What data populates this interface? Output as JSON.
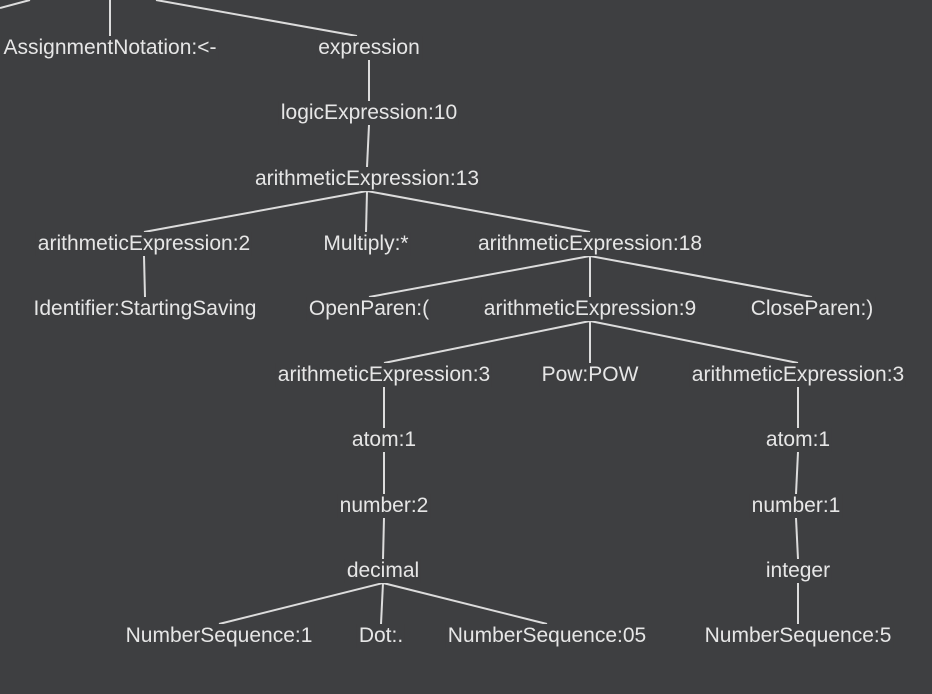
{
  "theme": {
    "background": "#3e3f41",
    "text": "#e6e6e6",
    "edge": "#dcdcdc"
  },
  "tree": {
    "nodes": [
      {
        "id": "assign",
        "label": "AssignmentNotation:<-"
      },
      {
        "id": "expr",
        "label": "expression"
      },
      {
        "id": "logic",
        "label": "logicExpression:10"
      },
      {
        "id": "arith13",
        "label": "arithmeticExpression:13"
      },
      {
        "id": "arith2",
        "label": "arithmeticExpression:2"
      },
      {
        "id": "mult",
        "label": "Multiply:*"
      },
      {
        "id": "arith18",
        "label": "arithmeticExpression:18"
      },
      {
        "id": "ident",
        "label": "Identifier:StartingSaving"
      },
      {
        "id": "open",
        "label": "OpenParen:("
      },
      {
        "id": "arith9",
        "label": "arithmeticExpression:9"
      },
      {
        "id": "close",
        "label": "CloseParen:)"
      },
      {
        "id": "arith3a",
        "label": "arithmeticExpression:3"
      },
      {
        "id": "pow",
        "label": "Pow:POW"
      },
      {
        "id": "arith3b",
        "label": "arithmeticExpression:3"
      },
      {
        "id": "atom1a",
        "label": "atom:1"
      },
      {
        "id": "atom1b",
        "label": "atom:1"
      },
      {
        "id": "num2",
        "label": "number:2"
      },
      {
        "id": "num1",
        "label": "number:1"
      },
      {
        "id": "decimal",
        "label": "decimal"
      },
      {
        "id": "integer",
        "label": "integer"
      },
      {
        "id": "ns1",
        "label": "NumberSequence:1"
      },
      {
        "id": "dot",
        "label": "Dot:."
      },
      {
        "id": "ns05",
        "label": "NumberSequence:05"
      },
      {
        "id": "ns5",
        "label": "NumberSequence:5"
      }
    ],
    "edges": [
      [
        "expr",
        "logic"
      ],
      [
        "logic",
        "arith13"
      ],
      [
        "arith13",
        "arith2"
      ],
      [
        "arith13",
        "mult"
      ],
      [
        "arith13",
        "arith18"
      ],
      [
        "arith2",
        "ident"
      ],
      [
        "arith18",
        "open"
      ],
      [
        "arith18",
        "arith9"
      ],
      [
        "arith18",
        "close"
      ],
      [
        "arith9",
        "arith3a"
      ],
      [
        "arith9",
        "pow"
      ],
      [
        "arith9",
        "arith3b"
      ],
      [
        "arith3a",
        "atom1a"
      ],
      [
        "atom1a",
        "num2"
      ],
      [
        "num2",
        "decimal"
      ],
      [
        "decimal",
        "ns1"
      ],
      [
        "decimal",
        "dot"
      ],
      [
        "decimal",
        "ns05"
      ],
      [
        "arith3b",
        "atom1b"
      ],
      [
        "atom1b",
        "num1"
      ],
      [
        "num1",
        "integer"
      ],
      [
        "integer",
        "ns5"
      ]
    ]
  }
}
